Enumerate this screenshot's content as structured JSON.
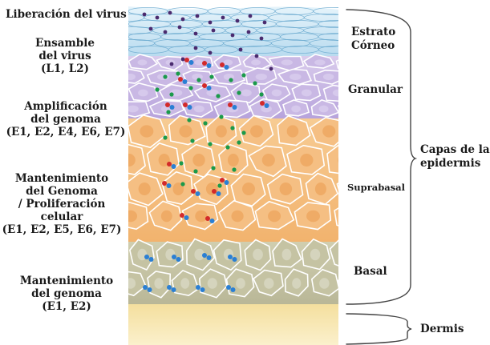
{
  "process_labels": [
    {
      "lines": [
        "Liberación del virus"
      ]
    },
    {
      "lines": [
        "Ensamble",
        "del virus",
        "(L1, L2)"
      ]
    },
    {
      "lines": [
        "Amplificación",
        "del genoma",
        "(E1, E2, E4, E6, E7)"
      ]
    },
    {
      "lines": [
        "Mantenimiento",
        "del Genoma",
        "/ Proliferación",
        "celular",
        "(E1, E2, E5, E6, E7)"
      ]
    },
    {
      "lines": [
        "Mantenimiento",
        "del genoma",
        "(E1, E2)"
      ]
    }
  ],
  "layer_labels": {
    "corneo": [
      "Estrato",
      "Córneo"
    ],
    "granular": "Granular",
    "suprabasal": "Suprabasal",
    "basal": "Basal"
  },
  "group_labels": {
    "epidermis": [
      "Capas de la",
      "epidermis"
    ],
    "dermis": "Dermis"
  },
  "colors": {
    "corneum": "#cfe8f5",
    "corneum_line": "#6aa9cf",
    "granular": "#cdbde6",
    "granular_line": "#ffffff",
    "suprabasal": "#f6c48c",
    "suprabasal_line": "#ffffff",
    "basal": "#c9c8a8",
    "basal_line": "#ffffff",
    "dermis": "#f7e7b0",
    "nucleus_orange": "#eea863",
    "nucleus_basal": "#d6d6c0",
    "virion": "#4a2a6e",
    "green_dot": "#1a9a4a",
    "red_dot": "#d32a2a",
    "blue_dot": "#2a7fd4",
    "bracket": "#444444"
  }
}
